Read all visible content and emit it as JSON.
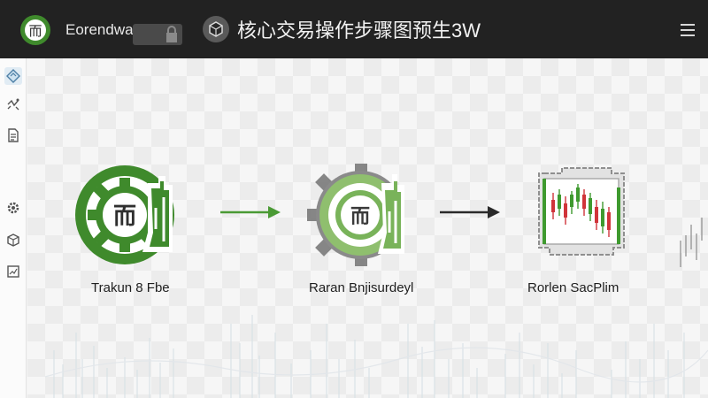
{
  "app": {
    "name": "Eorendwac",
    "logo_glyph": "而"
  },
  "header": {
    "title": "核心交易操作步骤图预生3W"
  },
  "sidebar": {
    "items": [
      {
        "icon": "diamond-icon",
        "active": true
      },
      {
        "icon": "sparkle-icon",
        "active": false
      },
      {
        "icon": "document-icon",
        "active": false
      },
      {
        "icon": "gear-icon",
        "active": false
      },
      {
        "icon": "box-icon",
        "active": false
      },
      {
        "icon": "chart-icon",
        "active": false
      }
    ]
  },
  "flow": {
    "steps": [
      {
        "label": "Trakun 8 Fbe",
        "icon": "gear-logo-icon"
      },
      {
        "label": "Raran Bnjisurdeyl",
        "icon": "gear-logo-faded-icon"
      },
      {
        "label": "Rorlen SacPlim",
        "icon": "candlestick-chart-icon"
      }
    ],
    "arrows": [
      {
        "color": "#4a9a34"
      },
      {
        "color": "#2a2a2a"
      }
    ]
  },
  "colors": {
    "topbar": "#222222",
    "brand_green": "#3f8a2c",
    "brand_green_light": "#79b35a",
    "candle_up": "#3f9a2f",
    "candle_down": "#d0343a"
  }
}
